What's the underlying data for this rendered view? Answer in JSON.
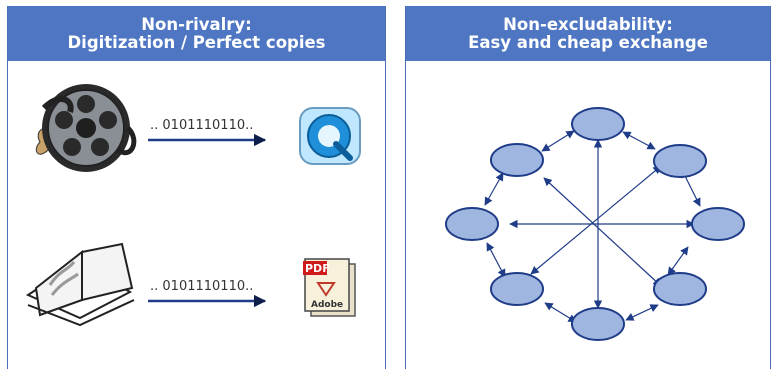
{
  "left_panel": {
    "title_line1": "Non-rivalry:",
    "title_line2": "Digitization / Perfect copies",
    "rows": [
      {
        "bits": ".. 0101110110..",
        "source_icon": "film-reel-icon",
        "target_icon": "quicktime-icon"
      },
      {
        "bits": ".. 0101110110..",
        "source_icon": "open-book-icon",
        "target_icon": "pdf-icon",
        "target_label": "PDF",
        "target_brand": "Adobe"
      }
    ]
  },
  "right_panel": {
    "title_line1": "Non-excludability:",
    "title_line2": "Easy and cheap exchange",
    "node_count": 8
  },
  "colors": {
    "header_bg": "#4f76c2",
    "node_fill": "#9fb6e0",
    "node_stroke": "#1f3c88",
    "arrow": "#1f3c88"
  }
}
